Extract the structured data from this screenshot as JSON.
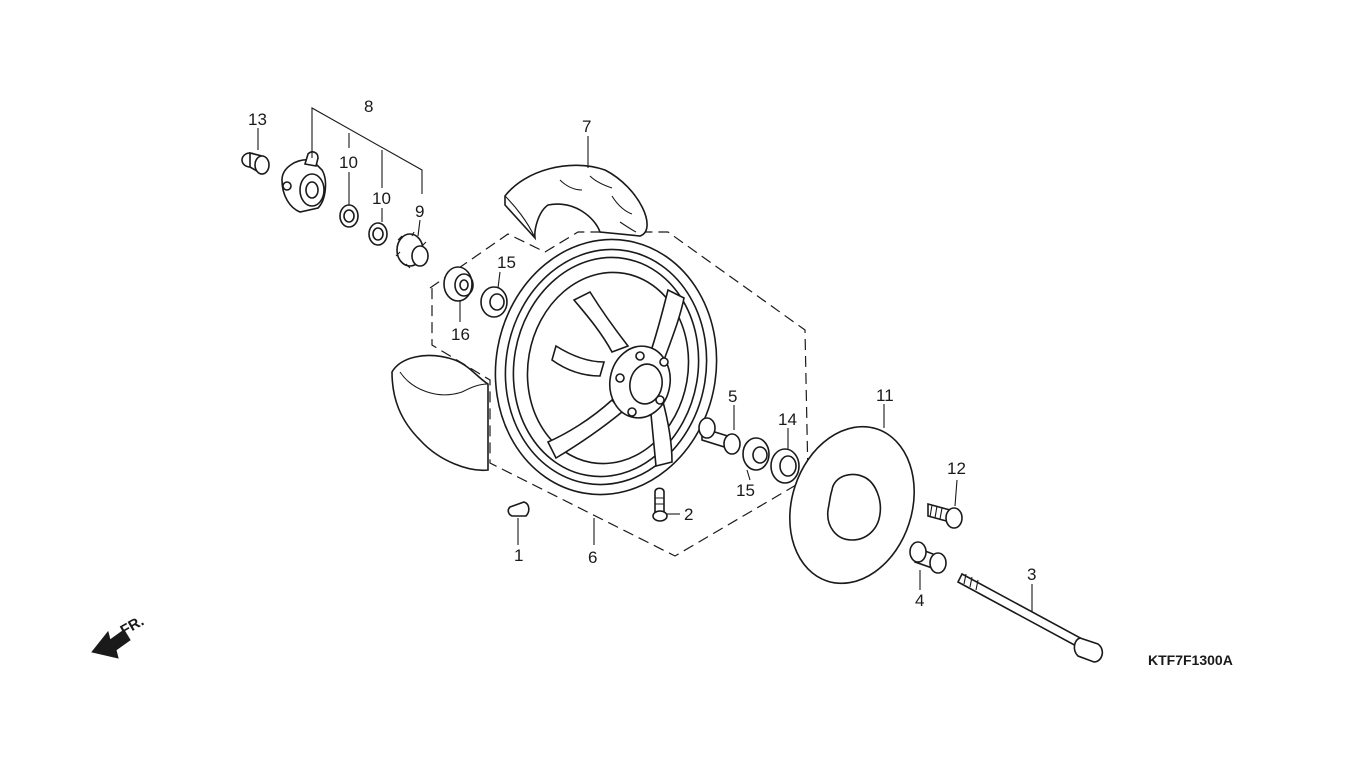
{
  "diagram": {
    "drawing_code": "KTF7F1300A",
    "direction_label": "FR.",
    "callouts": [
      {
        "id": "c1",
        "text": "1"
      },
      {
        "id": "c2",
        "text": "2"
      },
      {
        "id": "c3",
        "text": "3"
      },
      {
        "id": "c4",
        "text": "4"
      },
      {
        "id": "c5",
        "text": "5"
      },
      {
        "id": "c6",
        "text": "6"
      },
      {
        "id": "c7",
        "text": "7"
      },
      {
        "id": "c8",
        "text": "8"
      },
      {
        "id": "c9",
        "text": "9"
      },
      {
        "id": "c10a",
        "text": "10"
      },
      {
        "id": "c10b",
        "text": "10"
      },
      {
        "id": "c11",
        "text": "11"
      },
      {
        "id": "c12",
        "text": "12"
      },
      {
        "id": "c13",
        "text": "13"
      },
      {
        "id": "c14",
        "text": "14"
      },
      {
        "id": "c15a",
        "text": "15"
      },
      {
        "id": "c15b",
        "text": "15"
      },
      {
        "id": "c16",
        "text": "16"
      }
    ]
  }
}
